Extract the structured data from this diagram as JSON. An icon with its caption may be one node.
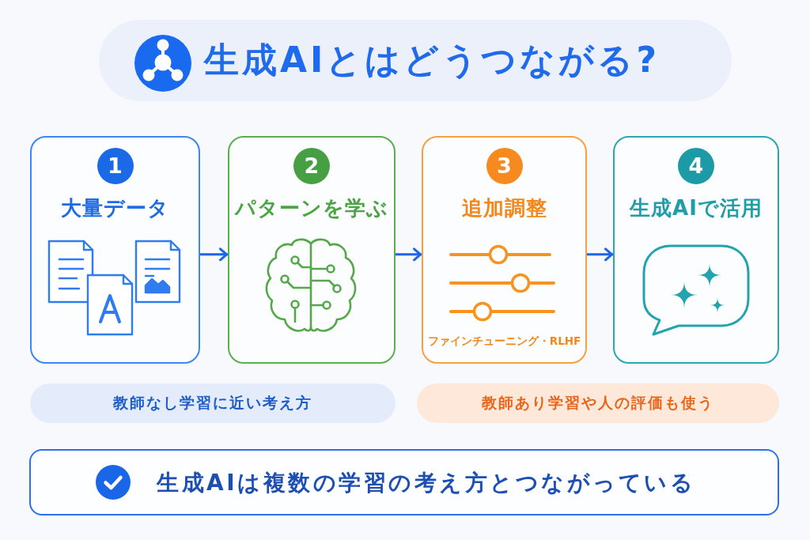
{
  "diagram": {
    "title": "生成AIとはどうつながる?",
    "nodes": [
      {
        "text": [
          "1",
          "大量データ"
        ]
      },
      {
        "text": [
          "2",
          "パターンを学ぶ"
        ]
      },
      {
        "text": [
          "3",
          "追加調整",
          "ファインチューニング・RLHF"
        ]
      },
      {
        "text": [
          "4",
          "生成AIで活用"
        ]
      },
      {
        "text": [
          "教師なし学習に近い考え方"
        ]
      },
      {
        "text": [
          "教師あり学習や人の評価も使う"
        ]
      },
      {
        "text": [
          "生成AIは複数の学習の考え方とつながっている"
        ]
      }
    ],
    "edges": [
      {
        "from": 0,
        "to": 1,
        "arrow": "to"
      },
      {
        "from": 1,
        "to": 2,
        "arrow": "to"
      },
      {
        "from": 2,
        "to": 3,
        "arrow": "to"
      }
    ]
  }
}
